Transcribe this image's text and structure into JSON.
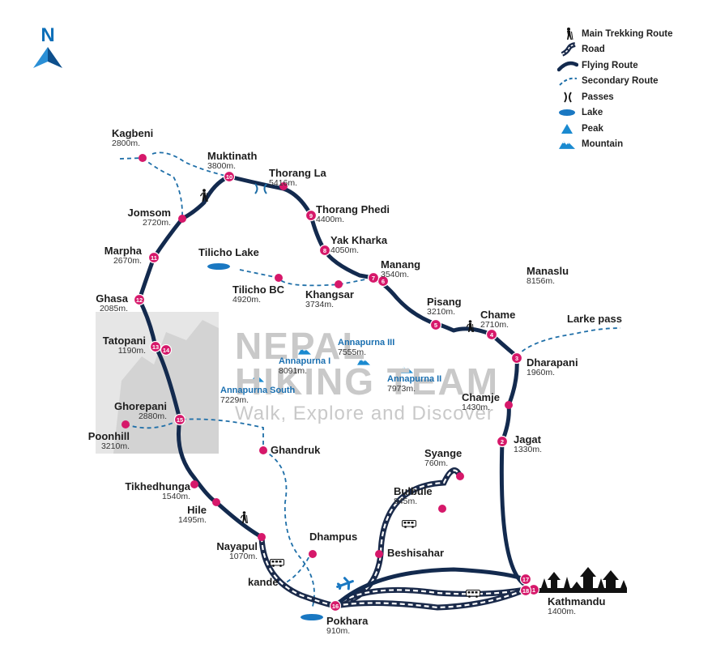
{
  "north_label": "N",
  "colors": {
    "route": "#132a4e",
    "secondary": "#1f6fa8",
    "stop": "#d6186a",
    "lake": "#1a78c2",
    "peak": "#1a8ad0",
    "watermark": "#c9c9c9"
  },
  "legend": [
    {
      "icon": "hiker-icon",
      "label": "Main Trekking Route"
    },
    {
      "icon": "road-icon",
      "label": "Road"
    },
    {
      "icon": "flying-route-icon",
      "label": "Flying Route"
    },
    {
      "icon": "dashed-line-icon",
      "label": "Secondary Route"
    },
    {
      "icon": "pass-icon",
      "label": "Passes"
    },
    {
      "icon": "lake-icon",
      "label": "Lake"
    },
    {
      "icon": "peak-icon",
      "label": "Peak"
    },
    {
      "icon": "mountain-icon",
      "label": "Mountain"
    }
  ],
  "watermark": {
    "line1": "NEPAL",
    "line2": "HIKING TEAM",
    "line3": "Walk, Explore and Discover"
  },
  "places": [
    {
      "id": "kagbeni",
      "name": "Kagbeni",
      "elev": "2800m."
    },
    {
      "id": "muktinath",
      "name": "Muktinath",
      "elev": "3800m."
    },
    {
      "id": "thorang-la",
      "name": "Thorang La",
      "elev": "5416m."
    },
    {
      "id": "thorang-phedi",
      "name": "Thorang Phedi",
      "elev": "4400m."
    },
    {
      "id": "yak-kharka",
      "name": "Yak Kharka",
      "elev": "4050m."
    },
    {
      "id": "manang",
      "name": "Manang",
      "elev": "3540m."
    },
    {
      "id": "jomsom",
      "name": "Jomsom",
      "elev": "2720m."
    },
    {
      "id": "marpha",
      "name": "Marpha",
      "elev": "2670m."
    },
    {
      "id": "tilicho-lake",
      "name": "Tilicho Lake",
      "elev": ""
    },
    {
      "id": "tilicho-bc",
      "name": "Tilicho BC",
      "elev": "4920m."
    },
    {
      "id": "khangsar",
      "name": "Khangsar",
      "elev": "3734m."
    },
    {
      "id": "manaslu",
      "name": "Manaslu",
      "elev": "8156m."
    },
    {
      "id": "ghasa",
      "name": "Ghasa",
      "elev": "2085m."
    },
    {
      "id": "pisang",
      "name": "Pisang",
      "elev": "3210m."
    },
    {
      "id": "chame",
      "name": "Chame",
      "elev": "2710m."
    },
    {
      "id": "larke-pass",
      "name": "Larke pass",
      "elev": ""
    },
    {
      "id": "tatopani",
      "name": "Tatopani",
      "elev": "1190m."
    },
    {
      "id": "annapurna-i",
      "name": "Annapurna I",
      "elev": "8091m."
    },
    {
      "id": "annapurna-iii",
      "name": "Annapurna III",
      "elev": "7555m."
    },
    {
      "id": "annapurna-ii",
      "name": "Annapurna II",
      "elev": "7973m."
    },
    {
      "id": "annapurna-south",
      "name": "Annapurna South",
      "elev": "7229m."
    },
    {
      "id": "dharapani",
      "name": "Dharapani",
      "elev": "1960m."
    },
    {
      "id": "chamje",
      "name": "Chamje",
      "elev": "1430m."
    },
    {
      "id": "ghorepani",
      "name": "Ghorepani",
      "elev": "2880m."
    },
    {
      "id": "poonhill",
      "name": "Poonhill",
      "elev": "3210m."
    },
    {
      "id": "ghandruk",
      "name": "Ghandruk",
      "elev": ""
    },
    {
      "id": "jagat",
      "name": "Jagat",
      "elev": "1330m."
    },
    {
      "id": "syange",
      "name": "Syange",
      "elev": "760m."
    },
    {
      "id": "tikhedhunga",
      "name": "Tikhedhunga",
      "elev": "1540m."
    },
    {
      "id": "bulbule",
      "name": "Bulbule",
      "elev": "845m."
    },
    {
      "id": "hile",
      "name": "Hile",
      "elev": "1495m."
    },
    {
      "id": "nayapul",
      "name": "Nayapul",
      "elev": "1070m."
    },
    {
      "id": "dhampus",
      "name": "Dhampus",
      "elev": ""
    },
    {
      "id": "beshisahar",
      "name": "Beshisahar",
      "elev": ""
    },
    {
      "id": "kande",
      "name": "kande",
      "elev": ""
    },
    {
      "id": "pokhara",
      "name": "Pokhara",
      "elev": "910m."
    },
    {
      "id": "kathmandu",
      "name": "Kathmandu",
      "elev": "1400m."
    }
  ],
  "stop_numbers": [
    "1",
    "2",
    "3",
    "4",
    "5",
    "6",
    "7",
    "8",
    "9",
    "10",
    "11",
    "12",
    "13",
    "14",
    "15",
    "16",
    "17",
    "18"
  ]
}
